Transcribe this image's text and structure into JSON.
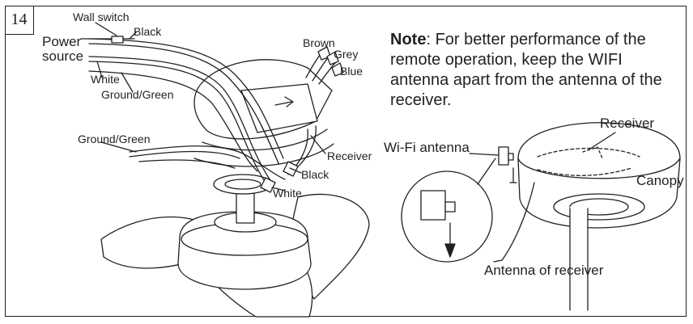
{
  "step": "14",
  "note": {
    "label": "Note",
    "text": ": For better performance of the remote operation, keep the WIFI antenna apart from the antenna of the receiver."
  },
  "wiring": {
    "wall_switch": "Wall switch",
    "black_top": "Black",
    "power": "Power",
    "source": "source",
    "white_top": "White",
    "ground_green_top": "Ground/Green",
    "ground_green_left": "Ground/Green",
    "brown": "Brown",
    "grey": "Grey",
    "blue": "Blue",
    "receiver": "Receiver",
    "black_bottom": "Black",
    "white_bottom": "White"
  },
  "detail": {
    "wifi_antenna": "Wi-Fi antenna",
    "receiver": "Receiver",
    "canopy": "Canopy",
    "antenna_of_receiver": "Antenna of receiver"
  }
}
